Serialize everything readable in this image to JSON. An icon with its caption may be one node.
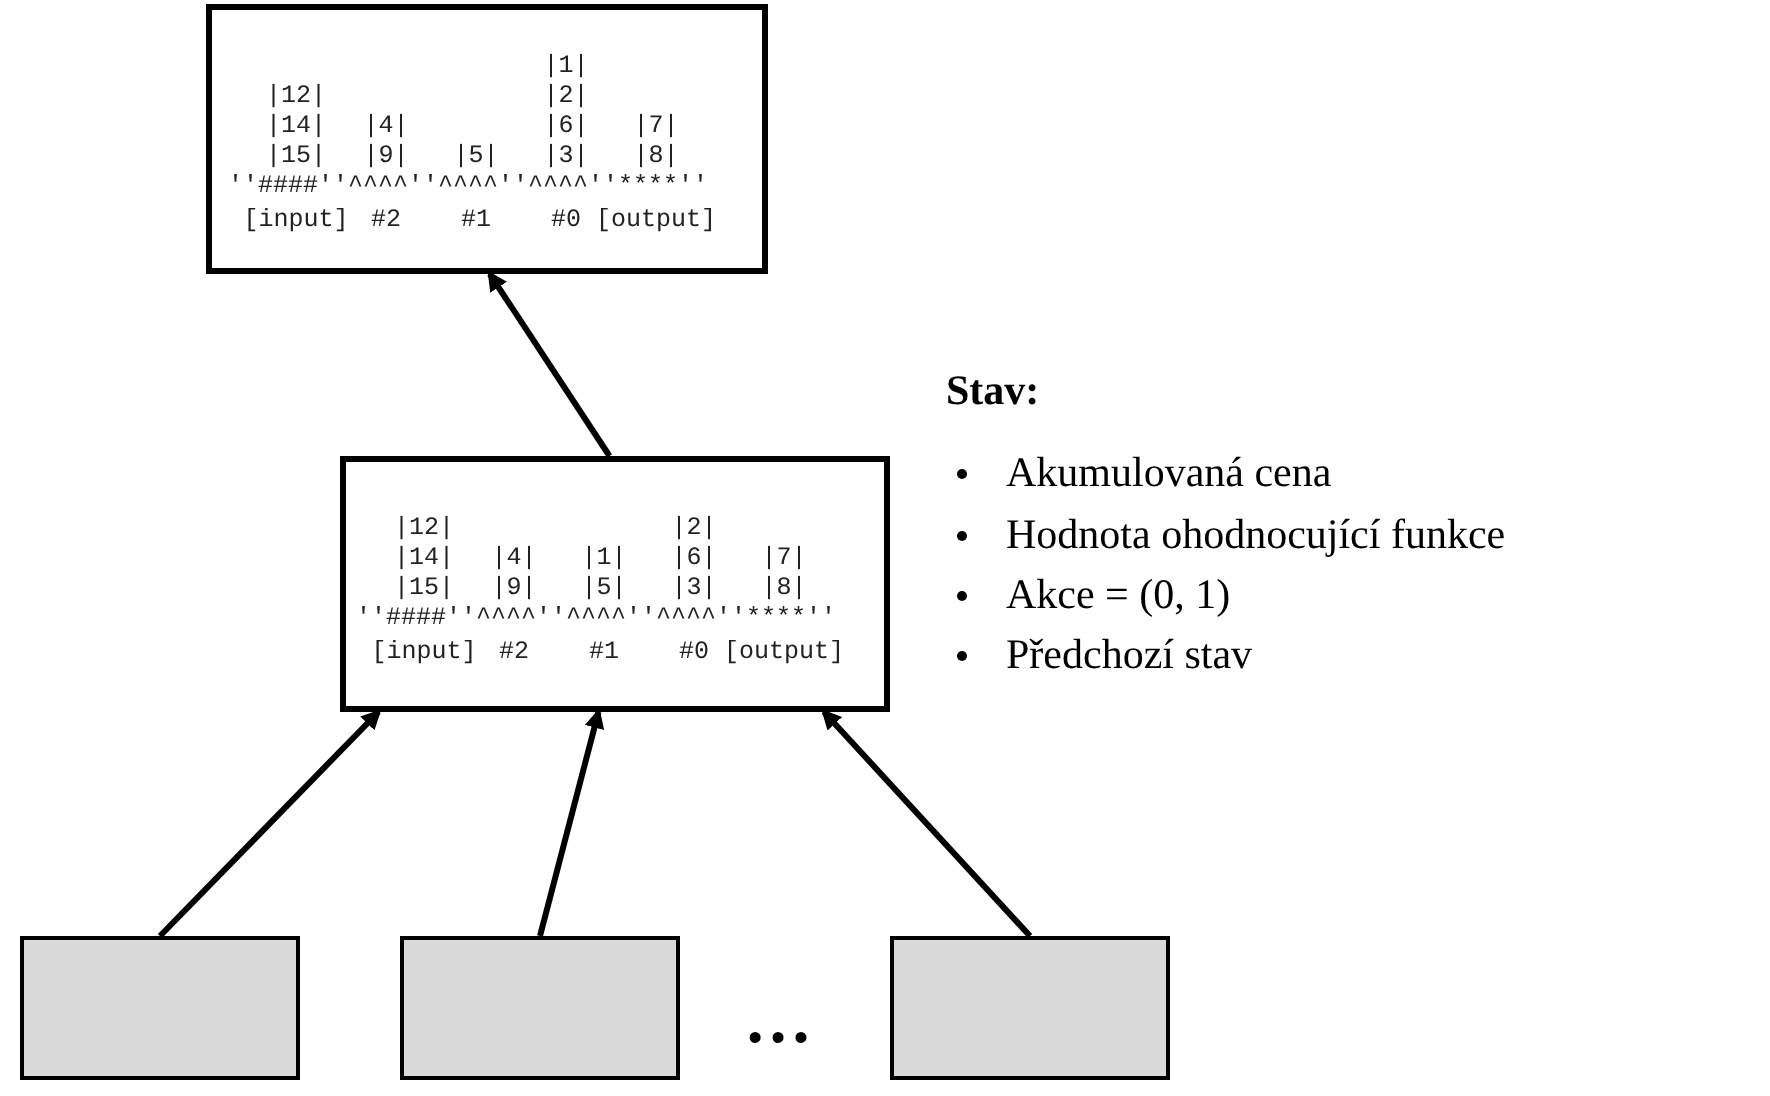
{
  "diagram": {
    "nodes": [
      {
        "text": [
          "|1|",
          "|12|",
          "|2|",
          "|14|",
          "|4|",
          "|6|",
          "|7|",
          "|15|",
          "|9|",
          "|5|",
          "|3|",
          "|8|",
          "''####''^^^^''^^^^''^^^^''****''",
          "[input]",
          "#2",
          "#1",
          "#0",
          "[output]"
        ]
      },
      {
        "text": [
          "|12|",
          "|2|",
          "|14|",
          "|4|",
          "|1|",
          "|6|",
          "|7|",
          "|15|",
          "|9|",
          "|5|",
          "|3|",
          "|8|",
          "''####''^^^^''^^^^''^^^^''****''",
          "[input]",
          "#2",
          "#1",
          "#0",
          "[output]"
        ]
      },
      {
        "text": [],
        "shape": "box"
      },
      {
        "text": [],
        "shape": "box"
      },
      {
        "text": [],
        "shape": "box"
      }
    ],
    "edges": [
      {
        "from": 1,
        "to": 0,
        "arrow": "to"
      },
      {
        "from": 2,
        "to": 1,
        "arrow": "to"
      },
      {
        "from": 3,
        "to": 1,
        "arrow": "to"
      },
      {
        "from": 4,
        "to": 1,
        "arrow": "to"
      }
    ],
    "labels": [
      "Stav:",
      "Akumulovaná cena",
      "Hodnota ohodnocující funkce",
      "Akce = (0, 1)",
      "Předchozí stav",
      "…"
    ]
  }
}
